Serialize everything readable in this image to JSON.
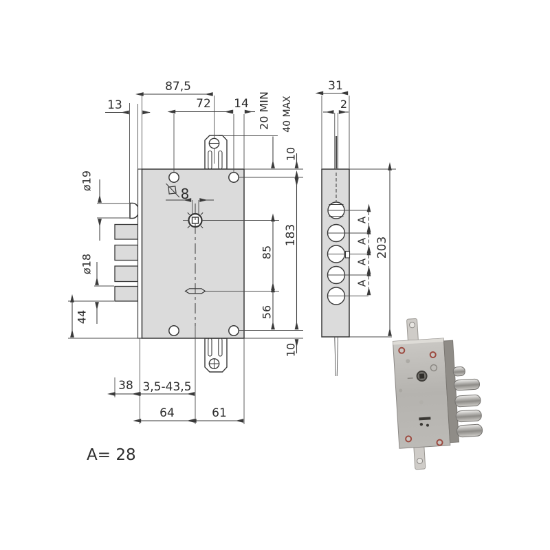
{
  "note": "A= 28",
  "front": {
    "faceplate_to_screw": "87,5",
    "screw_spacing": "72",
    "screw_to_edge": "14",
    "latch_offset": "13",
    "adjust_min": "20 MIN",
    "adjust_max": "40 MAX",
    "edge_to_screw_top": "10",
    "screw_span": "183",
    "spindle_to_keyhole": "85",
    "keyhole_to_screw": "56",
    "edge_to_screw_bottom": "10",
    "latch_diameter": "ø19",
    "spindle_square": "8",
    "bolt_diameter": "ø18",
    "bolt_to_bottom": "44",
    "bolt_throw": "38",
    "adjust_range": "3,5-43,5",
    "backset": "64",
    "center_to_edge": "61"
  },
  "side": {
    "depth": "31",
    "plate_thickness": "2",
    "plate_length": "203",
    "pitch": [
      "A",
      "A",
      "A",
      "A"
    ]
  }
}
